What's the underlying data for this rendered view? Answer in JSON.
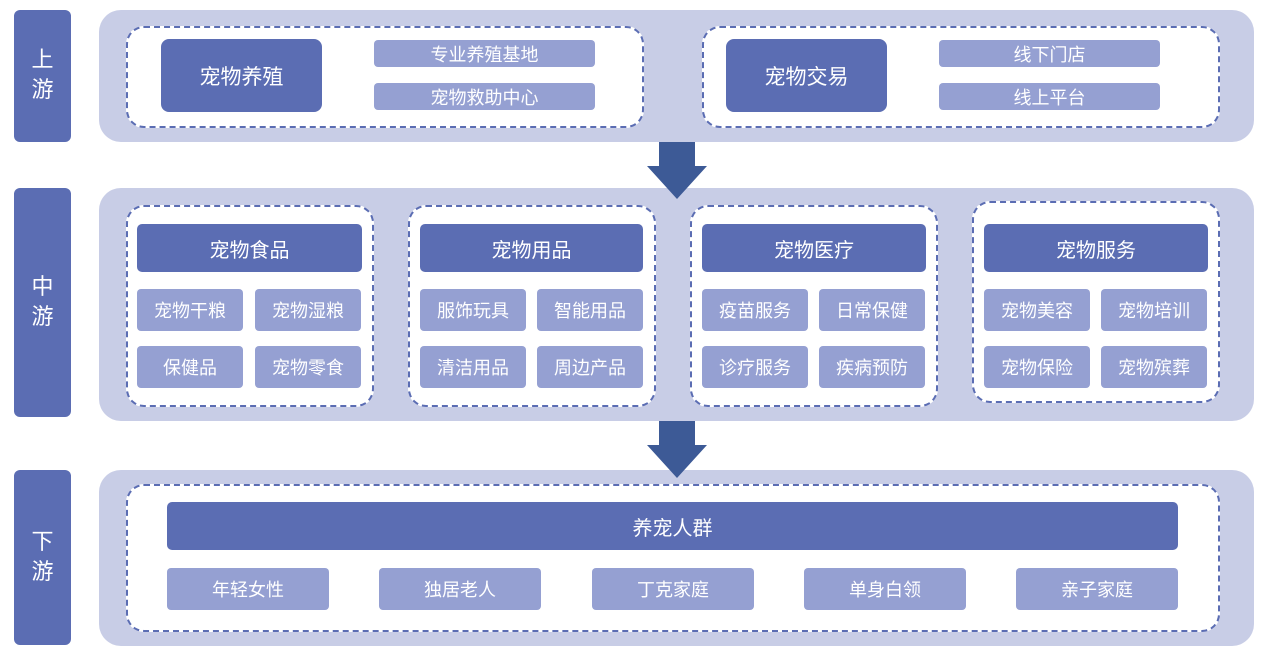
{
  "tiers": {
    "upstream": {
      "label_top": "上",
      "label_bottom": "游"
    },
    "midstream": {
      "label_top": "中",
      "label_bottom": "游"
    },
    "downstream": {
      "label_top": "下",
      "label_bottom": "游"
    }
  },
  "upstream": {
    "groups": [
      {
        "title": "宠物养殖",
        "items": [
          "专业养殖基地",
          "宠物救助中心"
        ]
      },
      {
        "title": "宠物交易",
        "items": [
          "线下门店",
          "线上平台"
        ]
      }
    ]
  },
  "midstream": {
    "groups": [
      {
        "title": "宠物食品",
        "items": [
          "宠物干粮",
          "宠物湿粮",
          "保健品",
          "宠物零食"
        ]
      },
      {
        "title": "宠物用品",
        "items": [
          "服饰玩具",
          "智能用品",
          "清洁用品",
          "周边产品"
        ]
      },
      {
        "title": "宠物医疗",
        "items": [
          "疫苗服务",
          "日常保健",
          "诊疗服务",
          "疾病预防"
        ]
      },
      {
        "title": "宠物服务",
        "items": [
          "宠物美容",
          "宠物培训",
          "宠物保险",
          "宠物殡葬"
        ]
      }
    ]
  },
  "downstream": {
    "title": "养宠人群",
    "items": [
      "年轻女性",
      "独居老人",
      "丁克家庭",
      "单身白领",
      "亲子家庭"
    ]
  },
  "colors": {
    "dark": "#5b6db3",
    "light": "#95a0d2",
    "band": "#c8cde6",
    "arrow": "#3d5a96"
  }
}
